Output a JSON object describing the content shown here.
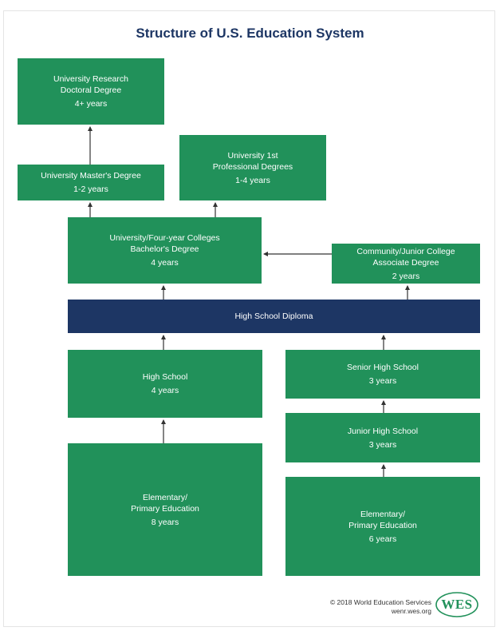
{
  "title": "Structure of U.S. Education System",
  "boxes": {
    "research": {
      "name": "University Research",
      "name2": "Doctoral Degree",
      "years": "4+ years"
    },
    "masters": {
      "name": "University Master's Degree",
      "years": "1-2 years"
    },
    "professional": {
      "name": "University 1st",
      "name2": "Professional Degrees",
      "years": "1-4 years"
    },
    "bachelor": {
      "name": "University/Four-year Colleges",
      "name2": "Bachelor's Degree",
      "years": "4 years"
    },
    "community": {
      "name": "Community/Junior College",
      "name2": "Associate Degree",
      "years": "2 years"
    },
    "diploma": {
      "name": "High School Diploma"
    },
    "high_school": {
      "name": "High School",
      "years": "4 years"
    },
    "senior_high": {
      "name": "Senior High School",
      "years": "3 years"
    },
    "junior_high": {
      "name": "Junior High School",
      "years": "3 years"
    },
    "elem_8": {
      "name": "Elementary/",
      "name2": "Primary Education",
      "years": "8 years"
    },
    "elem_6": {
      "name": "Elementary/",
      "name2": "Primary Education",
      "years": "6 years"
    }
  },
  "footer": {
    "copyright": "© 2018 World Education Services",
    "url": "wenr.wes.org"
  },
  "logo": {
    "text": "WES"
  },
  "colors": {
    "box_green": "#21915a",
    "diploma_navy": "#1d3664",
    "title_navy": "#1d3664",
    "arrow": "#333333"
  }
}
